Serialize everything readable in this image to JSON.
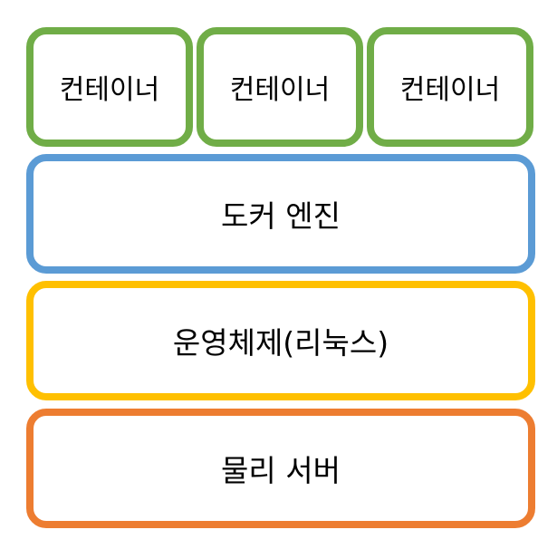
{
  "colors": {
    "container": "#70AD47",
    "engine": "#5B9BD5",
    "os": "#FFC000",
    "server": "#ED7D31"
  },
  "containers": [
    {
      "label": "컨테이너"
    },
    {
      "label": "컨테이너"
    },
    {
      "label": "컨테이너"
    }
  ],
  "layers": {
    "engine": "도커 엔진",
    "os": "운영체제(리눅스)",
    "server": "물리 서버"
  }
}
